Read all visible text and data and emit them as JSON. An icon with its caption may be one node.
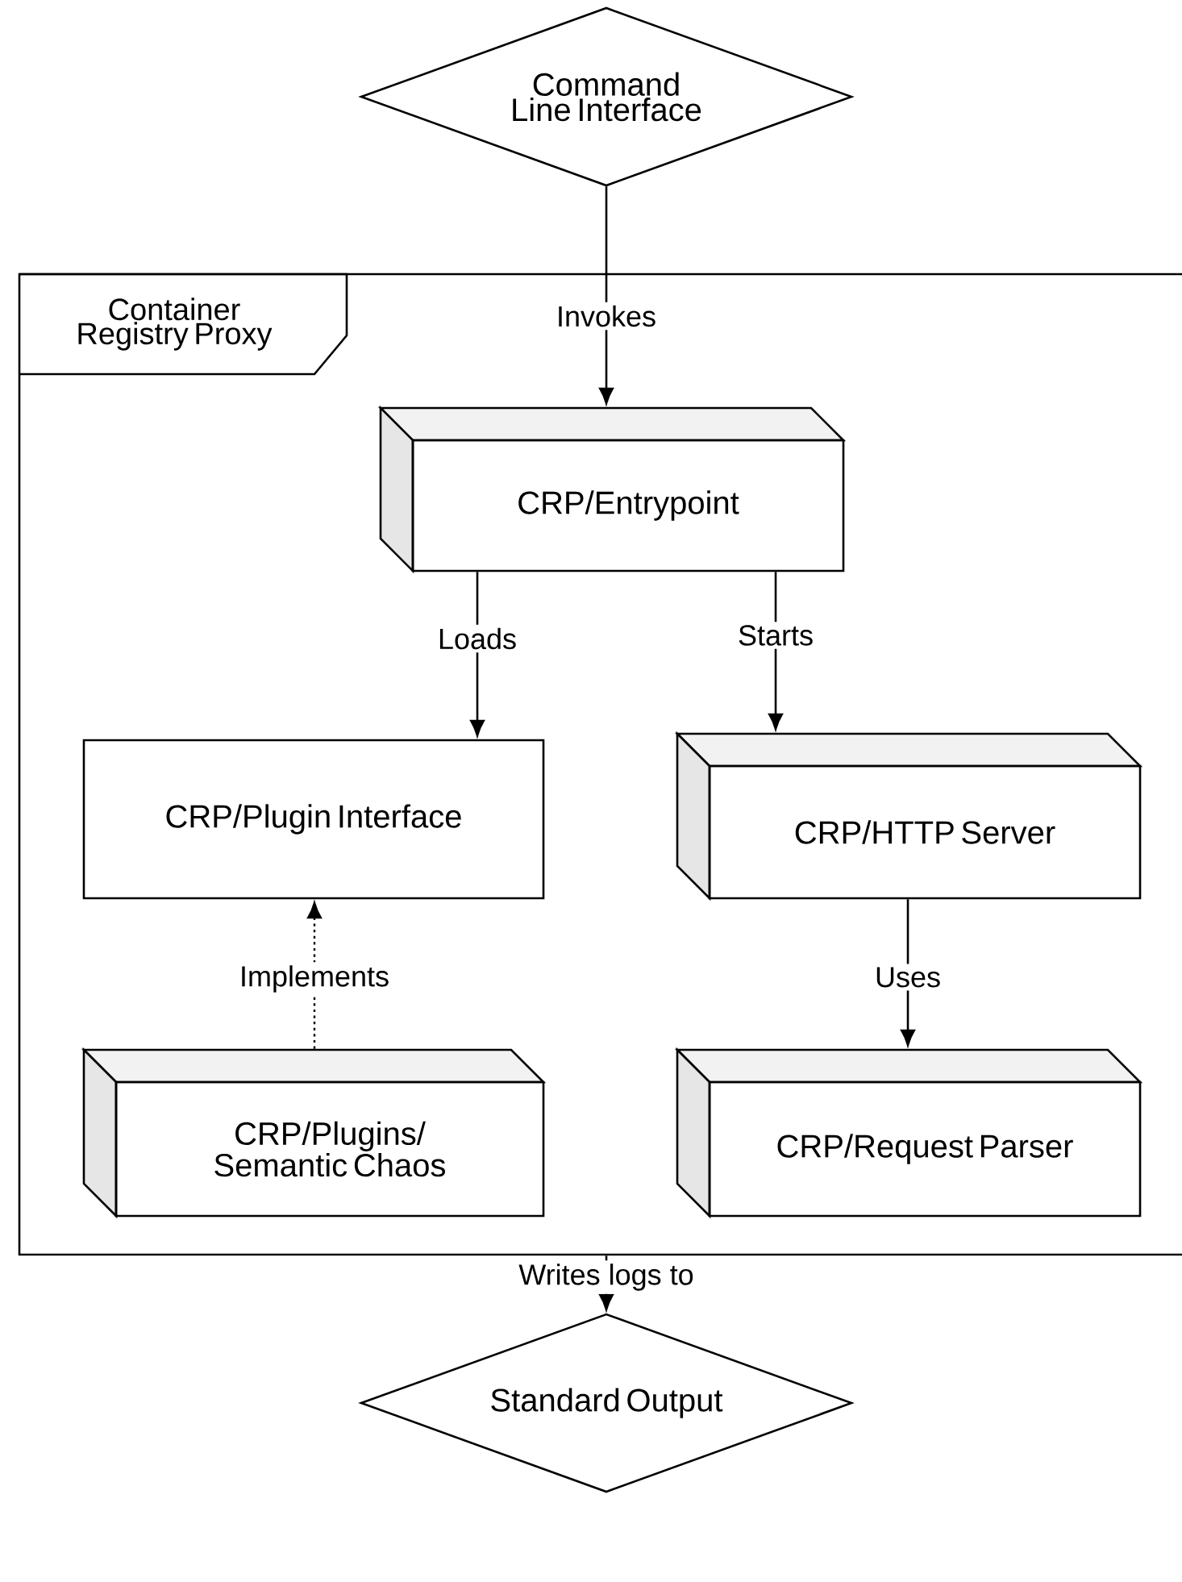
{
  "diagram": {
    "nodes": [
      {
        "text": [
          "Command Line Interface"
        ]
      },
      {
        "text": [
          "Container Registry Proxy"
        ]
      },
      {
        "text": [
          "CRP/Entrypoint"
        ],
        "in": 1
      },
      {
        "text": [
          "CRP/Plugin Interface"
        ],
        "in": 1
      },
      {
        "text": [
          "CRP/HTTP Server"
        ],
        "in": 1
      },
      {
        "text": [
          "CRP/Plugins/ Semantic Chaos"
        ],
        "in": 1
      },
      {
        "text": [
          "CRP/Request Parser"
        ],
        "in": 1
      },
      {
        "text": [
          "Standard Output"
        ]
      }
    ],
    "edges": [
      {
        "from": 0,
        "to": 2,
        "arrow": "to",
        "label": "Invokes"
      },
      {
        "from": 2,
        "to": 3,
        "arrow": "to",
        "label": "Loads"
      },
      {
        "from": 2,
        "to": 4,
        "arrow": "to",
        "label": "Starts"
      },
      {
        "from": 5,
        "to": 3,
        "arrow": "to",
        "label": "Implements",
        "style": "dashed"
      },
      {
        "from": 4,
        "to": 6,
        "arrow": "to",
        "label": "Uses"
      },
      {
        "from": 1,
        "to": 7,
        "arrow": "to",
        "label": "Writes logs to"
      }
    ]
  }
}
